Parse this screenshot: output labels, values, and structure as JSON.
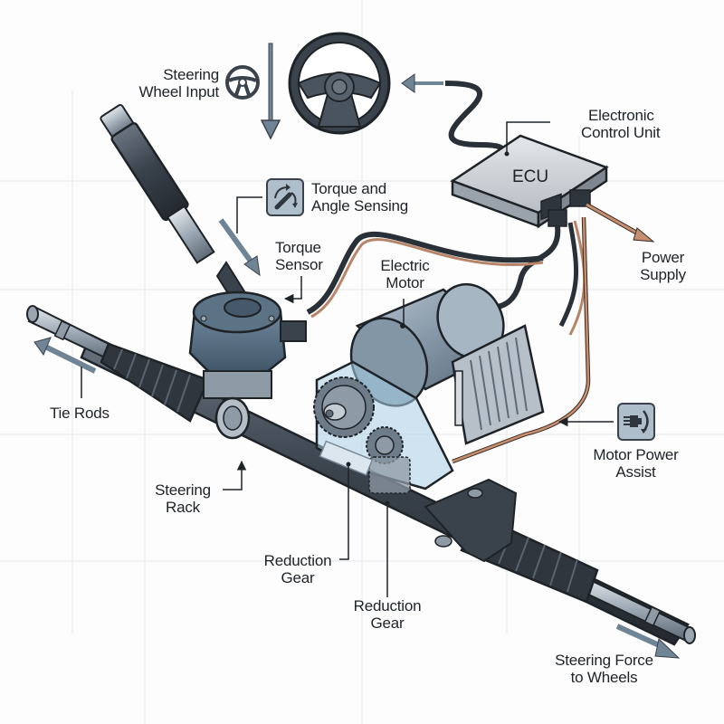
{
  "diagram": {
    "title": "Electric Power Steering System",
    "colors": {
      "outline": "#1e2328",
      "metal_dark": "#3a424c",
      "metal_mid": "#6e7c8a",
      "metal_light": "#c4ccd4",
      "blue_housing": "#4d6478",
      "arrow_blue": "#6f8596",
      "wire_copper": "#b88468",
      "gear_transparent": "#a9cfe6",
      "grid": "#e9ecef"
    },
    "labels": {
      "steering_wheel_input": [
        "Steering",
        "Wheel Input"
      ],
      "torque_angle_sensing": [
        "Torque and",
        "Angle Sensing"
      ],
      "torque_sensor": [
        "Torque",
        "Sensor"
      ],
      "electric_motor": [
        "Electric",
        "Motor"
      ],
      "electronic_control_unit": [
        "Electronic",
        "Control Unit"
      ],
      "ecu_box_text": "ECU",
      "power_supply": [
        "Power",
        "Supply"
      ],
      "motor_power_assist": [
        "Motor Power",
        "Assist"
      ],
      "tie_rods": "Tie Rods",
      "steering_rack": [
        "Steering",
        "Rack"
      ],
      "reduction_gear_1": [
        "Reduction",
        "Gear"
      ],
      "reduction_gear_2": [
        "Reduction",
        "Gear"
      ],
      "steering_force": [
        "Steering Force",
        "to Wheels"
      ]
    },
    "icons": {
      "steering_wheel_input": "steering-wheel-icon",
      "torque_angle_sensing": "torque-sensing-icon",
      "motor_power_assist": "motor-assist-icon"
    },
    "components": [
      "steering-wheel",
      "steering-column",
      "torque-sensor",
      "steering-rack",
      "tie-rod-left",
      "tie-rod-right",
      "rubber-boot-left",
      "rubber-boot-right",
      "electric-motor",
      "motor-controller-heatsink",
      "reduction-gear-housing",
      "ecu",
      "wiring-harness"
    ]
  }
}
